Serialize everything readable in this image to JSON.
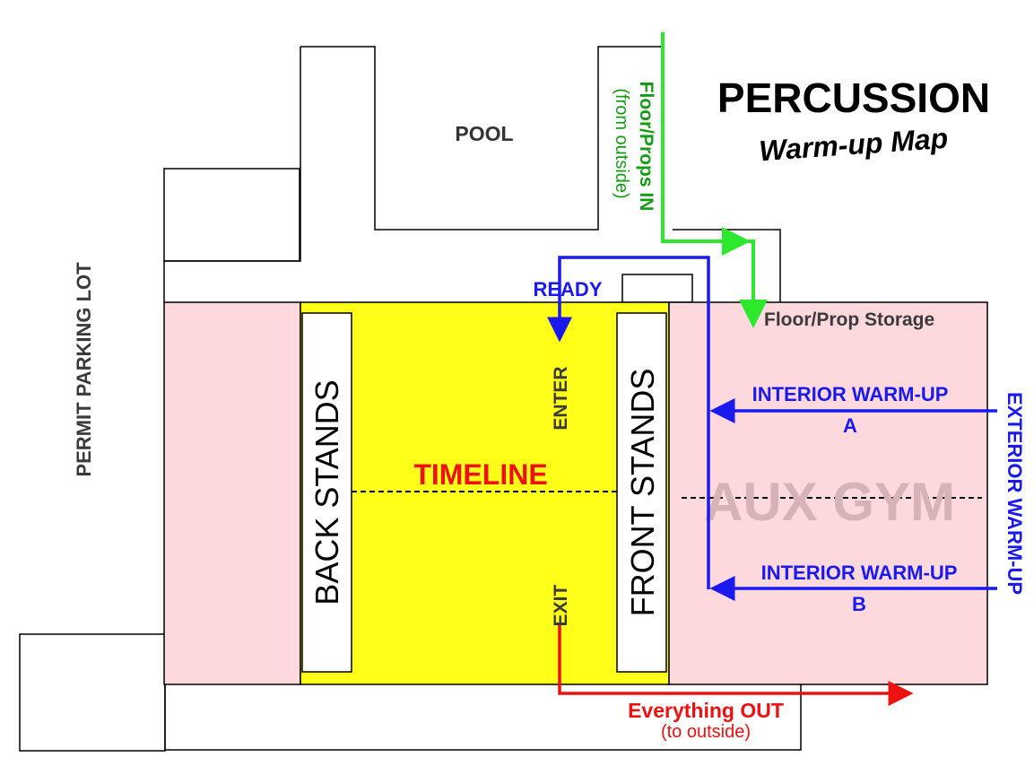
{
  "title": "PERCUSSION",
  "subtitle": "Warm-up Map",
  "labels": {
    "pool": "POOL",
    "parking": "PERMIT PARKING LOT",
    "back_stands": "BACK STANDS",
    "front_stands": "FRONT STANDS",
    "timeline": "TIMELINE",
    "aux_gym": "AUX GYM",
    "enter": "ENTER",
    "exit": "EXIT",
    "ready": "READY",
    "floor_props_in": "Floor/Props IN",
    "from_outside": "(from outside)",
    "storage": "Floor/Prop Storage",
    "interior_a": "INTERIOR WARM-UP",
    "interior_a_letter": "A",
    "interior_b": "INTERIOR WARM-UP",
    "interior_b_letter": "B",
    "exterior": "EXTERIOR WARM-UP",
    "everything_out": "Everything OUT",
    "to_outside": "(to outside)"
  },
  "colors": {
    "floor": "#ffff1a",
    "pink": "#fdd8dc",
    "green_path": "#2ee82e",
    "green_text": "#169c16",
    "blue": "#1a1aee",
    "red": "#ee1111",
    "aux_text": "#d6b3b6"
  }
}
